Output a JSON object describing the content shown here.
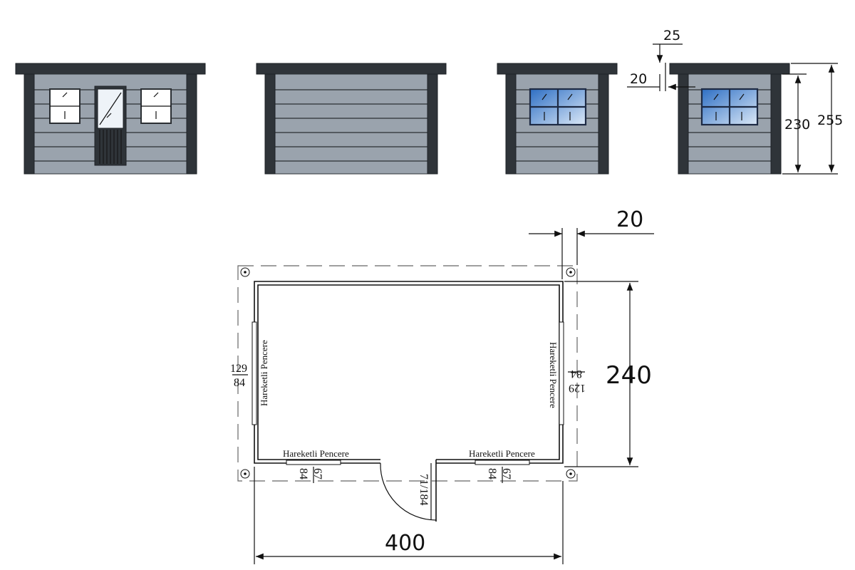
{
  "elevations": {
    "views": [
      "front",
      "back",
      "side-left",
      "side-right"
    ],
    "dims": {
      "roof_thickness": "25",
      "eave_overhang": "20",
      "wall_height": "230",
      "total_height": "255"
    }
  },
  "plan": {
    "width": "400",
    "depth": "240",
    "corner_offset": "20",
    "window_label": "Hareketli Pencere",
    "left_window": {
      "label": "Hareketli Pencere",
      "size_top": "129",
      "size_bottom": "84"
    },
    "right_window": {
      "label": "Hareketli Pencere",
      "size_top": "129",
      "size_bottom": "84"
    },
    "bottom_left_window": {
      "label": "Hareketli Pencere",
      "size_a": "84",
      "size_b": "67"
    },
    "bottom_right_window": {
      "label": "Hareketli Pencere",
      "size_a": "84",
      "size_b": "67"
    },
    "door": {
      "size": "71/184"
    }
  },
  "colors": {
    "wall": "#9aa3ad",
    "trim": "#2f3439",
    "glass_blue": "#3c78c8"
  }
}
